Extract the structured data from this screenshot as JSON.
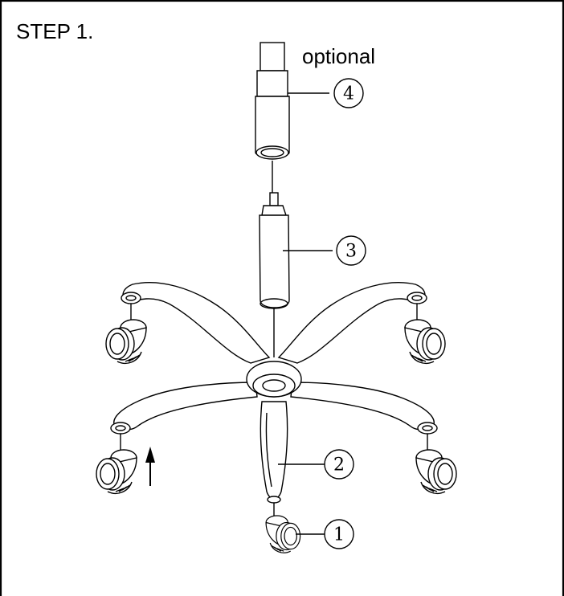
{
  "step_title": "STEP 1.",
  "optional_label": "optional",
  "callouts": [
    {
      "number": "4",
      "part": "height-extension"
    },
    {
      "number": "3",
      "part": "gas-lift"
    },
    {
      "number": "2",
      "part": "base"
    },
    {
      "number": "1",
      "part": "caster"
    }
  ],
  "colors": {
    "line": "#000000",
    "background": "#ffffff"
  },
  "arrow_icon": "arrow-up-icon"
}
